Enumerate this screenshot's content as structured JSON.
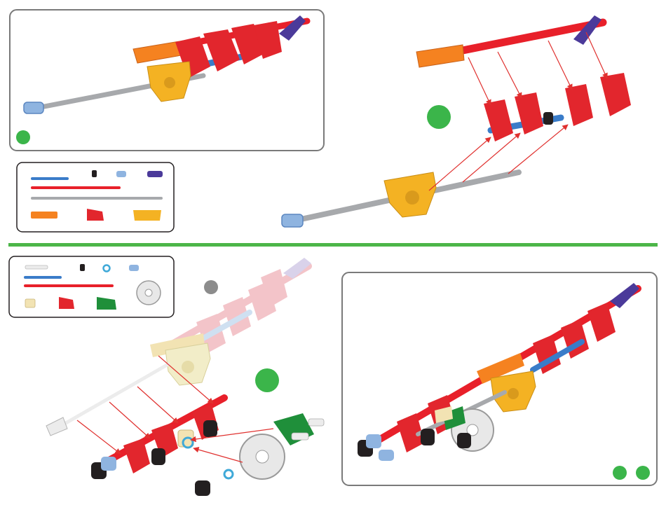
{
  "page": {
    "background": "#ffffff"
  },
  "colors": {
    "divider": "#4cb648",
    "step_dot_green": "#3bb54a",
    "step_dot_gray": "#8c8c8c",
    "rod_red": "#e8202a",
    "rod_gray": "#a7a9ac",
    "rod_blue": "#3a7cc9",
    "rod_white": "#ececec",
    "connector_red": "#e2262d",
    "connector_orange": "#f58220",
    "connector_yellow": "#f4b223",
    "connector_green": "#1f8f3a",
    "connector_white": "#e8e8e8",
    "connector_tan": "#f2e3b3",
    "clip_lightblue": "#8fb4e0",
    "clip_purple": "#4b3a9a",
    "spacer_lightblue": "#3fa9d8",
    "tire_black": "#231f20",
    "arrow_red": "#e0312f",
    "frame_border": "#7a7a7a",
    "ghost_pink": "#f3c4c9"
  },
  "figures": [
    {
      "name": "step-panel-top-left",
      "state": "completed-subassembly",
      "marker": "green-dot"
    },
    {
      "name": "parts-list-top",
      "items": [
        "blue-rod",
        "black-hub",
        "lightblue-clip",
        "purple-clip",
        "red-rod",
        "gray-rod",
        "orange-connector",
        "red-connector",
        "yellow-connector"
      ]
    },
    {
      "name": "exploded-view-top-right",
      "marker": "green-dot"
    },
    {
      "name": "parts-list-bottom",
      "items": [
        "white-rod",
        "black-hub",
        "blue-spacer",
        "lightblue-clip",
        "blue-rod",
        "red-rod",
        "white-wheel",
        "tan-connector",
        "red-connector",
        "green-connector"
      ]
    },
    {
      "name": "exploded-view-bottom-left",
      "markers": [
        "gray-dot",
        "green-dot"
      ]
    },
    {
      "name": "step-panel-bottom-right",
      "state": "completed-subassembly",
      "markers": [
        "green-dot",
        "green-dot"
      ]
    }
  ]
}
